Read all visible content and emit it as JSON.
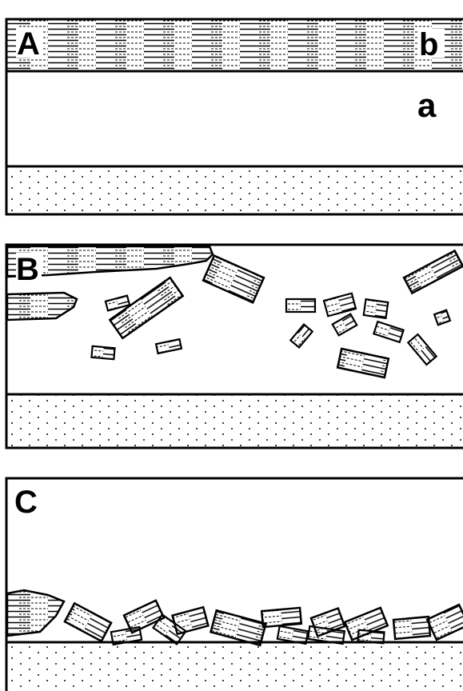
{
  "panels": [
    {
      "id": "A",
      "label": "A",
      "top_layer_label": "b",
      "water_label": "a"
    },
    {
      "id": "B",
      "label": "B"
    },
    {
      "id": "C",
      "label": "C"
    }
  ],
  "colors": {
    "ink": "#000000",
    "paper": "#ffffff"
  },
  "icons": {
    "sediment": "dot-stipple-pattern",
    "ice": "horizontal-hatch-pattern"
  }
}
